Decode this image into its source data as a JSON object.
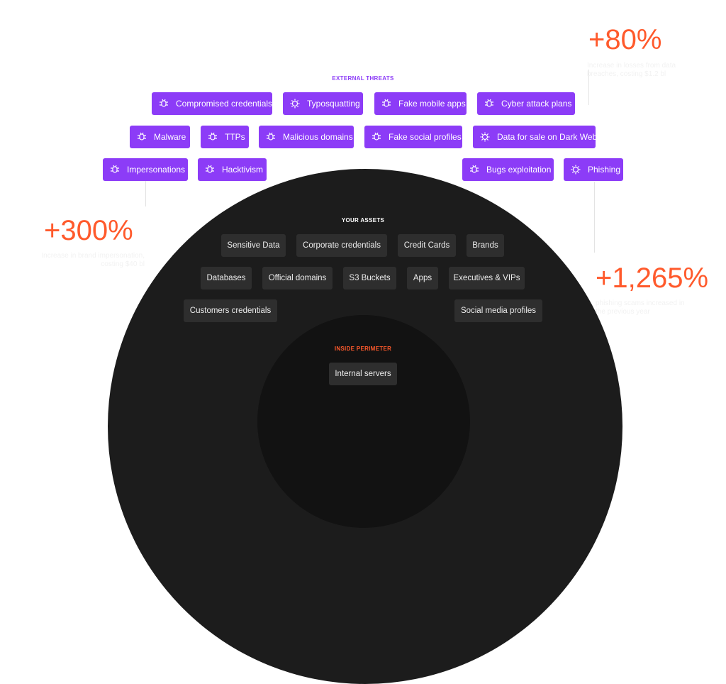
{
  "external": {
    "label": "EXTERNAL THREATS",
    "chips": [
      {
        "label": "Compromised credentials",
        "icon": "bug-icon"
      },
      {
        "label": "Typosquatting",
        "icon": "virus-icon"
      },
      {
        "label": "Fake mobile apps",
        "icon": "bug-icon"
      },
      {
        "label": "Cyber attack plans",
        "icon": "bug-icon"
      },
      {
        "label": "Malware",
        "icon": "bug-icon"
      },
      {
        "label": "TTPs",
        "icon": "bug-icon"
      },
      {
        "label": "Malicious domains",
        "icon": "bug-icon"
      },
      {
        "label": "Fake social profiles",
        "icon": "bug-icon"
      },
      {
        "label": "Data for sale on Dark Web",
        "icon": "virus-icon"
      },
      {
        "label": "Impersonations",
        "icon": "bug-icon"
      },
      {
        "label": "Hacktivism",
        "icon": "bug-icon"
      },
      {
        "label": "Bugs exploitation",
        "icon": "bug-icon"
      },
      {
        "label": "Phishing",
        "icon": "virus-icon"
      }
    ]
  },
  "assets": {
    "label": "YOUR ASSETS",
    "items": [
      "Sensitive Data",
      "Corporate credentials",
      "Credit Cards",
      "Brands",
      "Databases",
      "Official domains",
      "S3 Buckets",
      "Apps",
      "Executives & VIPs",
      "Customers credentials",
      "Social media profiles"
    ]
  },
  "perimeter": {
    "label": "INSIDE PERIMETER",
    "items": [
      "Internal servers"
    ]
  },
  "stats": [
    {
      "value": "+80%",
      "desc": "Increase in losses from data breaches, costing $1.2 bl"
    },
    {
      "value": "+300%",
      "desc": "Increase in brand impersonation, costing $40 bl"
    },
    {
      "value": "+1,265%",
      "desc": "phishing scams increased in the previous year"
    }
  ],
  "colors": {
    "threat": "#8c3cf7",
    "asset": "#2e2e2e",
    "stat": "#ff5a2c",
    "threat_label": "#8c3cf7",
    "perimeter_label": "#ff5a2c"
  }
}
